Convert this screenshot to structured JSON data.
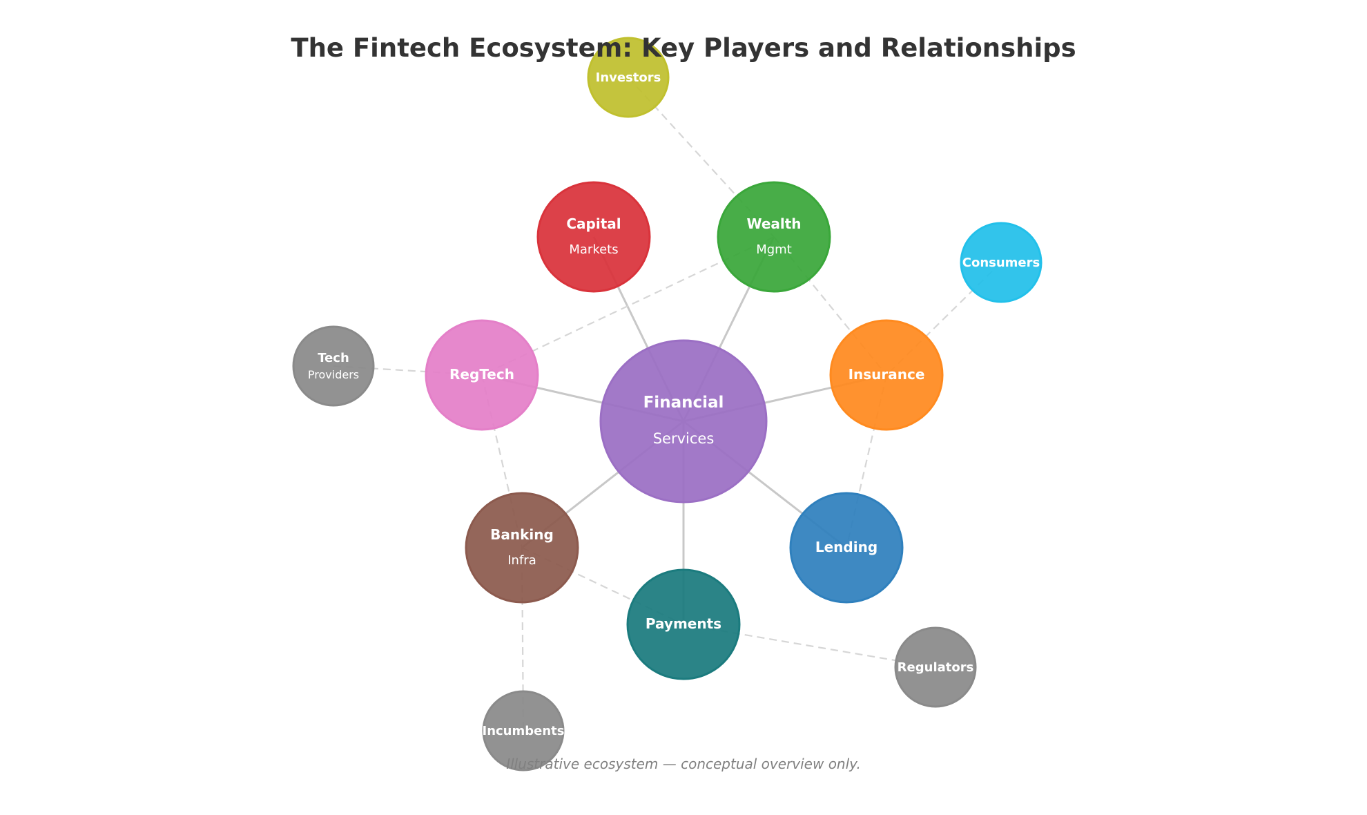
{
  "diagram": {
    "title": "The Fintech Ecosystem: Key Players and Relationships",
    "caption": "Illustrative ecosystem — conceptual overview only.",
    "colors": {
      "financial_services": "#9b6fc4",
      "capital_markets": "#d9333b",
      "wealth_mgmt": "#3aa73a",
      "insurance": "#ff8a1f",
      "lending": "#2f80bd",
      "payments": "#1b7b7e",
      "banking_infra": "#8c5a4e",
      "regtech": "#e47fc8",
      "investors": "#c0c02e",
      "consumers": "#22c0ea",
      "tech_providers": "#8a8a8a",
      "regulators": "#8a8a8a",
      "incumbents": "#8a8a8a"
    },
    "nodes": {
      "financial_services": {
        "label": "Financial",
        "sublabel": "Services"
      },
      "capital_markets": {
        "label": "Capital",
        "sublabel": "Markets"
      },
      "wealth_mgmt": {
        "label": "Wealth",
        "sublabel": "Mgmt"
      },
      "insurance": {
        "label": "Insurance"
      },
      "lending": {
        "label": "Lending"
      },
      "payments": {
        "label": "Payments"
      },
      "banking_infra": {
        "label": "Banking",
        "sublabel": "Infra"
      },
      "regtech": {
        "label": "RegTech"
      },
      "investors": {
        "label": "Investors"
      },
      "consumers": {
        "label": "Consumers"
      },
      "tech_providers": {
        "label": "Tech",
        "sublabel": "Providers"
      },
      "regulators": {
        "label": "Regulators"
      },
      "incumbents": {
        "label": "Incumbents"
      }
    },
    "edges": [
      {
        "from": "financial_services",
        "to": "capital_markets",
        "style": "solid"
      },
      {
        "from": "financial_services",
        "to": "wealth_mgmt",
        "style": "solid"
      },
      {
        "from": "financial_services",
        "to": "insurance",
        "style": "solid"
      },
      {
        "from": "financial_services",
        "to": "lending",
        "style": "solid"
      },
      {
        "from": "financial_services",
        "to": "payments",
        "style": "solid"
      },
      {
        "from": "financial_services",
        "to": "banking_infra",
        "style": "solid"
      },
      {
        "from": "financial_services",
        "to": "regtech",
        "style": "solid"
      },
      {
        "from": "investors",
        "to": "wealth_mgmt",
        "style": "dashed"
      },
      {
        "from": "wealth_mgmt",
        "to": "regtech",
        "style": "dashed"
      },
      {
        "from": "wealth_mgmt",
        "to": "insurance",
        "style": "dashed"
      },
      {
        "from": "consumers",
        "to": "insurance",
        "style": "dashed"
      },
      {
        "from": "insurance",
        "to": "lending",
        "style": "dashed"
      },
      {
        "from": "tech_providers",
        "to": "regtech",
        "style": "dashed"
      },
      {
        "from": "regtech",
        "to": "banking_infra",
        "style": "dashed"
      },
      {
        "from": "banking_infra",
        "to": "incumbents",
        "style": "dashed"
      },
      {
        "from": "banking_infra",
        "to": "payments",
        "style": "dashed"
      },
      {
        "from": "payments",
        "to": "regulators",
        "style": "dashed"
      }
    ]
  }
}
